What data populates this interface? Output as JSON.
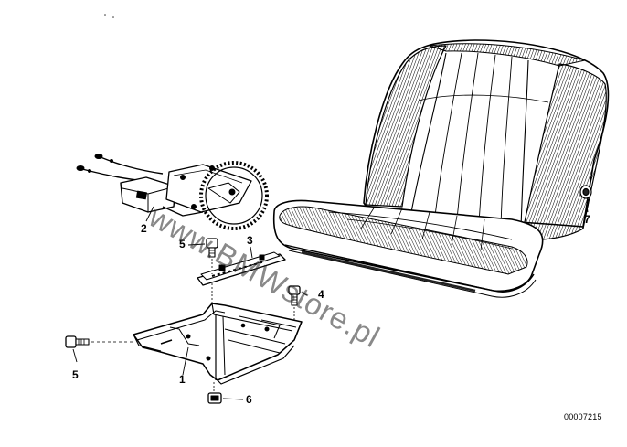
{
  "diagram": {
    "callouts": [
      {
        "id": "c1",
        "label": "1"
      },
      {
        "id": "c2",
        "label": "2"
      },
      {
        "id": "c3",
        "label": "3"
      },
      {
        "id": "c4",
        "label": "4"
      },
      {
        "id": "c5a",
        "label": "5"
      },
      {
        "id": "c5b",
        "label": "5"
      },
      {
        "id": "c6",
        "label": "6"
      },
      {
        "id": "c7",
        "label": "7"
      }
    ],
    "watermark": "www.BMWstore.pl",
    "reference_number": "00007215"
  }
}
